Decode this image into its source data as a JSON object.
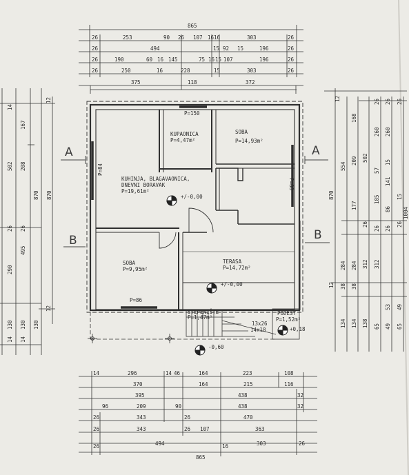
{
  "top_dims": {
    "total": "865",
    "r1": [
      "26",
      "253",
      "90",
      "26",
      "107",
      "16",
      "16",
      "303",
      "26"
    ],
    "r2": [
      "26",
      "494",
      "15",
      "92",
      "15",
      "196",
      "26"
    ],
    "r3": [
      "26",
      "190",
      "60",
      "16",
      "145",
      "75",
      "16",
      "15",
      "107",
      "196",
      "26"
    ],
    "r4": [
      "26",
      "250",
      "16",
      "228",
      "15",
      "303",
      "26"
    ],
    "r5": [
      "375",
      "118",
      "372"
    ]
  },
  "left_dims": {
    "outer": [
      "870",
      "870"
    ],
    "inner": [
      "12",
      "167",
      "502",
      "208",
      "26",
      "495",
      "26",
      "290",
      "12",
      "130",
      "130",
      "130",
      "14",
      "14",
      "14"
    ]
  },
  "right_dims": {
    "labels": [
      "12",
      "168",
      "26",
      "26",
      "26",
      "554",
      "209",
      "502",
      "260",
      "260",
      "870",
      "15",
      "57",
      "177",
      "185",
      "141",
      "86",
      "15",
      "1004",
      "26",
      "26",
      "26",
      "26",
      "284",
      "284",
      "312",
      "312",
      "12",
      "38",
      "38",
      "134",
      "134",
      "138",
      "65",
      "53",
      "49",
      "49",
      "65"
    ]
  },
  "bottom_dims": {
    "r1": [
      "14",
      "296",
      "14",
      "46",
      "164",
      "223",
      "108"
    ],
    "r2": [
      "370",
      "164",
      "215",
      "116"
    ],
    "r3": [
      "395",
      "438",
      "32"
    ],
    "r4": [
      "96",
      "209",
      "90",
      "438",
      "32"
    ],
    "r5": [
      "26",
      "343",
      "26",
      "470"
    ],
    "r6": [
      "26",
      "343",
      "26",
      "107",
      "363"
    ],
    "r7": [
      "26",
      "494",
      "16",
      "303",
      "26"
    ],
    "total": "865"
  },
  "sections": {
    "a_left": "A",
    "a_right": "A",
    "b_left": "B",
    "b_right": "B"
  },
  "rooms": {
    "kupaonica": [
      "KUPAONICA",
      "P=4,47m²"
    ],
    "soba1": [
      "SOBA",
      "P=14,93m²"
    ],
    "kuhinja": [
      "KUHINJA, BLAGAVAONICA,",
      "DNEVNI BORAVAK",
      "P=19,61m²"
    ],
    "soba2": [
      "SOBA",
      "P=9,95m²"
    ],
    "terasa": [
      "TERASA",
      "P=14,72m²"
    ],
    "stepeniste": [
      "STEPENIŠTE",
      "P=1,47m²"
    ],
    "podest": [
      "PODEST",
      "P=1,52m²"
    ]
  },
  "levels": {
    "main": "+/-0,00",
    "terrace": "+/-0,00",
    "ground": "-0,60",
    "podest": "+0,18"
  },
  "openings": {
    "p150": "P=150",
    "p84": "P=84",
    "p88": "P=88",
    "p86": "P=86"
  },
  "stairs": {
    "steps": "13x26",
    "risers": "14x18"
  }
}
